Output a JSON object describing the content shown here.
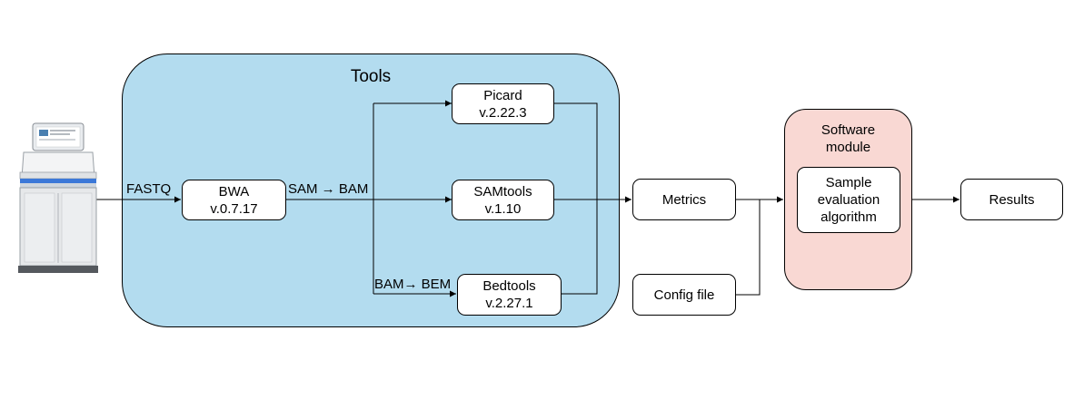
{
  "colors": {
    "tools_panel_fill": "#b3dcef",
    "software_panel_fill": "#f9d8d3",
    "stroke": "#000000"
  },
  "icons": {
    "sequencer": "sequencer-instrument-icon"
  },
  "tools_panel": {
    "title": "Tools"
  },
  "software_module": {
    "title": "Software\nmodule",
    "inner_box": "Sample\nevaluation\nalgorithm"
  },
  "nodes": {
    "bwa": "BWA\nv.0.7.17",
    "picard": "Picard\nv.2.22.3",
    "samtools": "SAMtools\nv.1.10",
    "bedtools": "Bedtools\nv.2.27.1",
    "metrics": "Metrics",
    "config_file": "Config file",
    "results": "Results"
  },
  "edge_labels": {
    "fastq": "FASTQ",
    "sam_to_bam": "SAM → BAM",
    "bam_to_bem": "BAM→ BEM"
  }
}
